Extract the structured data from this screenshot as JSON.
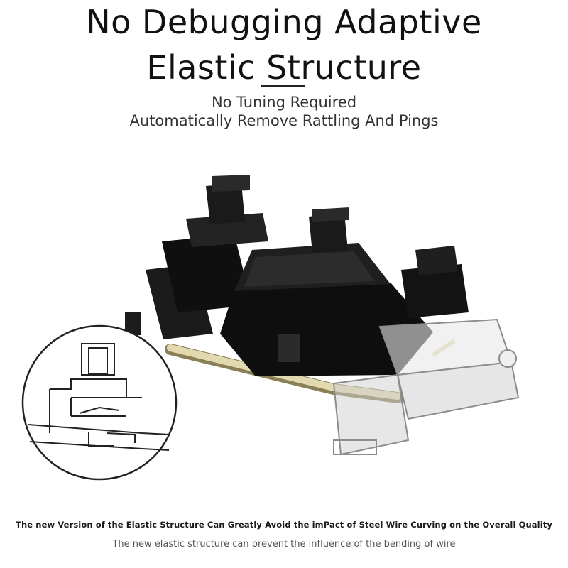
{
  "header": {
    "title_line1": "No Debugging Adaptive",
    "title_line2": "Elastic Structure",
    "subtitle_line1": "No Tuning Required",
    "subtitle_line2": "Automatically Remove Rattling And Pings"
  },
  "footer": {
    "caption_bold": "The new Version of the Elastic Structure Can Greatly Avoid the imPact of Steel Wire Curving on the Overall Quality",
    "caption": "The new elastic structure can prevent the influence of the bending of wire"
  },
  "illustration": {
    "stabilizer_color": "#111111",
    "wire_color": "#d8cfa6",
    "clear_housing_color": "#c9c9c9",
    "detail_icon": "elastic-structure-detail-icon"
  }
}
